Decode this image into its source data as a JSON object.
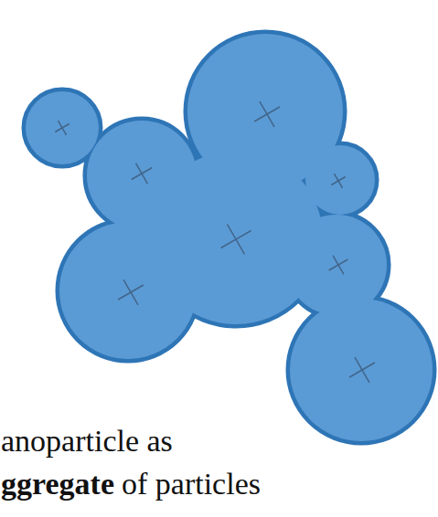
{
  "diagram": {
    "labels": [
      "anoparticle as",
      "ggregate",
      "of particles"
    ]
  }
}
